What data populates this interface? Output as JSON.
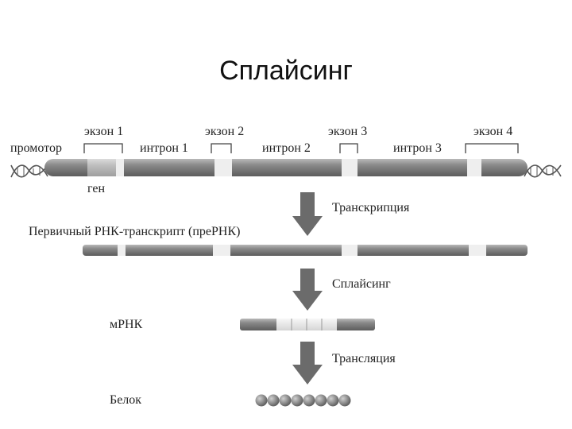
{
  "title": "Сплайсинг",
  "gene": {
    "promoter_label": "промотор",
    "gene_label": "ген",
    "exons": [
      "экзон 1",
      "экзон 2",
      "экзон 3",
      "экзон 4"
    ],
    "introns": [
      "интрон 1",
      "интрон 2",
      "интрон 3"
    ]
  },
  "steps": {
    "transcription": "Транскрипция",
    "pre_rna": "Первичный РНК-транскрипт (преРНК)",
    "splicing": "Сплайсинг",
    "mrna": "мРНК",
    "translation": "Трансляция",
    "protein": "Белок"
  },
  "colors": {
    "strand_dark": "#7a7a7a",
    "strand_light": "#e8e8e8",
    "exon_light": "#f2f2f2",
    "arrow": "#6b6b6b",
    "bead": "#7d7d7d"
  }
}
